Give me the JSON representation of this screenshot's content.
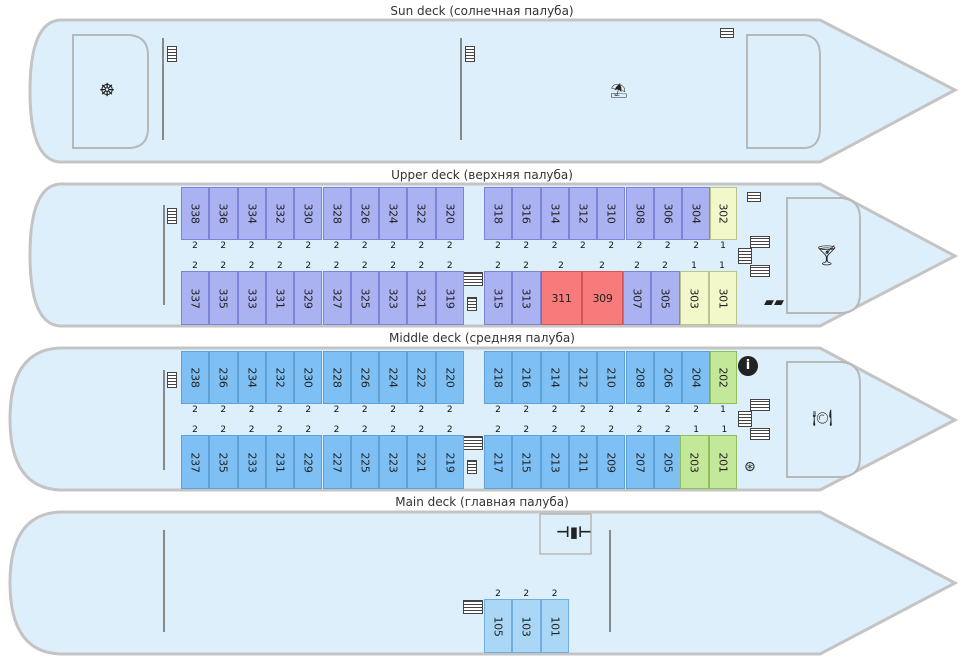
{
  "decks": {
    "sun": {
      "title": "Sun deck (солнечная палуба)"
    },
    "upper": {
      "title": "Upper deck (верхняя палуба)",
      "top_left": [
        "338",
        "336",
        "334",
        "332",
        "330",
        "328",
        "326",
        "324",
        "322",
        "320"
      ],
      "top_right": [
        "318",
        "316",
        "314",
        "312",
        "310",
        "308",
        "306",
        "304"
      ],
      "top_special": "302",
      "bottom_left": [
        "337",
        "335",
        "333",
        "331",
        "329",
        "327",
        "325",
        "323",
        "321",
        "319"
      ],
      "bottom_right_a": [
        "315",
        "313"
      ],
      "bottom_suites": [
        "311",
        "309"
      ],
      "bottom_right_b": [
        "307",
        "305"
      ],
      "bottom_special": [
        "303",
        "301"
      ],
      "berths_top": [
        "2",
        "2",
        "2",
        "2",
        "2",
        "2",
        "2",
        "2",
        "2",
        "2",
        "2",
        "2",
        "2",
        "2",
        "2",
        "2",
        "2",
        "2",
        "1"
      ],
      "berths_bottom": [
        "2",
        "2",
        "2",
        "2",
        "2",
        "2",
        "2",
        "2",
        "2",
        "2",
        "2",
        "2",
        "2",
        "2",
        "2",
        "2",
        "1",
        "1"
      ]
    },
    "middle": {
      "title": "Middle deck (средняя палуба)",
      "top_left": [
        "238",
        "236",
        "234",
        "232",
        "230",
        "228",
        "226",
        "224",
        "222",
        "220"
      ],
      "top_right": [
        "218",
        "216",
        "214",
        "212",
        "210",
        "208",
        "206",
        "204"
      ],
      "top_special": "202",
      "bottom_left": [
        "237",
        "235",
        "233",
        "231",
        "229",
        "227",
        "225",
        "223",
        "221",
        "219"
      ],
      "bottom_right": [
        "217",
        "215",
        "213",
        "211",
        "209",
        "207",
        "205"
      ],
      "bottom_special": [
        "203",
        "201"
      ],
      "berths_top": [
        "2",
        "2",
        "2",
        "2",
        "2",
        "2",
        "2",
        "2",
        "2",
        "2",
        "2",
        "2",
        "2",
        "2",
        "2",
        "2",
        "2",
        "2",
        "1"
      ],
      "berths_bottom": [
        "2",
        "2",
        "2",
        "2",
        "2",
        "2",
        "2",
        "2",
        "2",
        "2",
        "2",
        "2",
        "2",
        "2",
        "2",
        "2",
        "2",
        "1",
        "1"
      ]
    },
    "main": {
      "title": "Main deck (главная палуба)",
      "cabins": [
        "105",
        "103",
        "101"
      ],
      "berths": [
        "2",
        "2",
        "2"
      ]
    }
  },
  "colors": {
    "hull_fill": "#ddeffa",
    "hull_stroke": "#c4c4c4",
    "upper_cabin": "#aab2f2",
    "middle_cabin": "#7ec0f4",
    "main_cabin": "#a9d7f5",
    "single_cabin": "#f2f8c9",
    "green_cabin": "#c4e89a",
    "suite_cabin": "#f77b7b"
  },
  "icons": [
    "helm-icon",
    "beach-umbrella-icon",
    "cocktail-icon",
    "book-icon",
    "info-icon",
    "restaurant-icon",
    "lifebuoy-icon",
    "gym-icon",
    "stairs-icon"
  ]
}
